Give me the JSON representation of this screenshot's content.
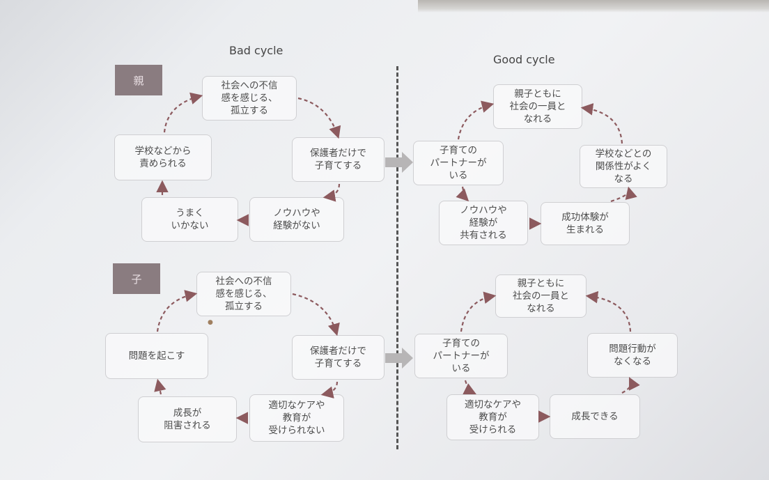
{
  "titles": {
    "bad": "Bad cycle",
    "good": "Good cycle"
  },
  "tags": {
    "parent": "親",
    "child": "子"
  },
  "colors": {
    "arrow": "#8c5a5e",
    "tag_bg": "#8a7c80",
    "box_border": "#cfcfd2"
  },
  "bad_parent": {
    "b1": "社会への不信\n感を感じる、\n孤立する",
    "b2": "保護者だけで\n子育てする",
    "b3": "ノウハウや\n経験がない",
    "b4": "うまく\nいかない",
    "b5": "学校などから\n責められる"
  },
  "good_parent": {
    "g1": "親子ともに\n社会の一員と\nなれる",
    "g2": "学校などとの\n関係性がよく\nなる",
    "g3": "成功体験が\n生まれる",
    "g4": "ノウハウや\n経験が\n共有される",
    "g5": "子育ての\nパートナーが\nいる"
  },
  "bad_child": {
    "c1": "社会への不信\n感を感じる、\n孤立する",
    "c2": "保護者だけで\n子育てする",
    "c3": "適切なケアや\n教育が\n受けられない",
    "c4": "成長が\n阻害される",
    "c5": "問題を起こす"
  },
  "good_child": {
    "d1": "親子ともに\n社会の一員と\nなれる",
    "d2": "問題行動が\nなくなる",
    "d3": "成長できる",
    "d4": "適切なケアや\n教育が\n受けられる",
    "d5": "子育ての\nパートナーが\nいる"
  }
}
